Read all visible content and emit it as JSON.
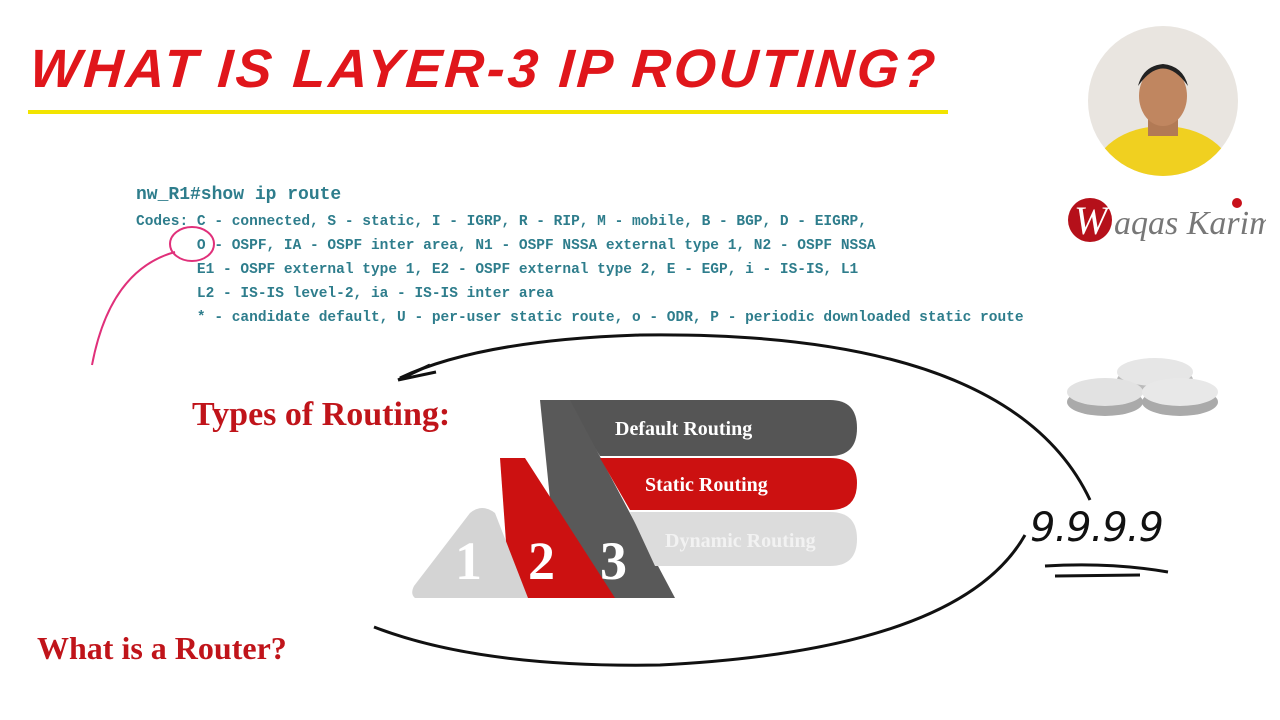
{
  "title": "WHAT IS LAYER-3 IP ROUTING?",
  "code": {
    "command": "nw_R1#show ip route",
    "lines": [
      "Codes: C - connected, S - static, I - IGRP, R - RIP, M - mobile, B - BGP, D - EIGRP,",
      "       O - OSPF, IA - OSPF inter area, N1 - OSPF NSSA external type 1, N2 - OSPF NSSA",
      "       E1 - OSPF external type 1, E2 - OSPF external type 2, E - EGP, i - IS-IS, L1",
      "       L2 - IS-IS level-2, ia - IS-IS inter area",
      "       * - candidate default, U - per-user static route, o - ODR, P - periodic downloaded static route"
    ]
  },
  "types_heading": "Types of Routing:",
  "routing_types": [
    {
      "number": "1",
      "label": "Dynamic Routing",
      "color": "#d9d9d9"
    },
    {
      "number": "2",
      "label": "Static Routing",
      "color": "#cc1111"
    },
    {
      "number": "3",
      "label": "Default Routing",
      "color": "#555555"
    }
  ],
  "router_question": "What is a Router?",
  "handwritten_ip": "9.9.9.9",
  "logo": "Waqas Karim",
  "colors": {
    "title": "#e0161b",
    "underline": "#f2e400",
    "code": "#2e7d8c",
    "heading": "#c0141a",
    "annotation": "#e0307a"
  }
}
